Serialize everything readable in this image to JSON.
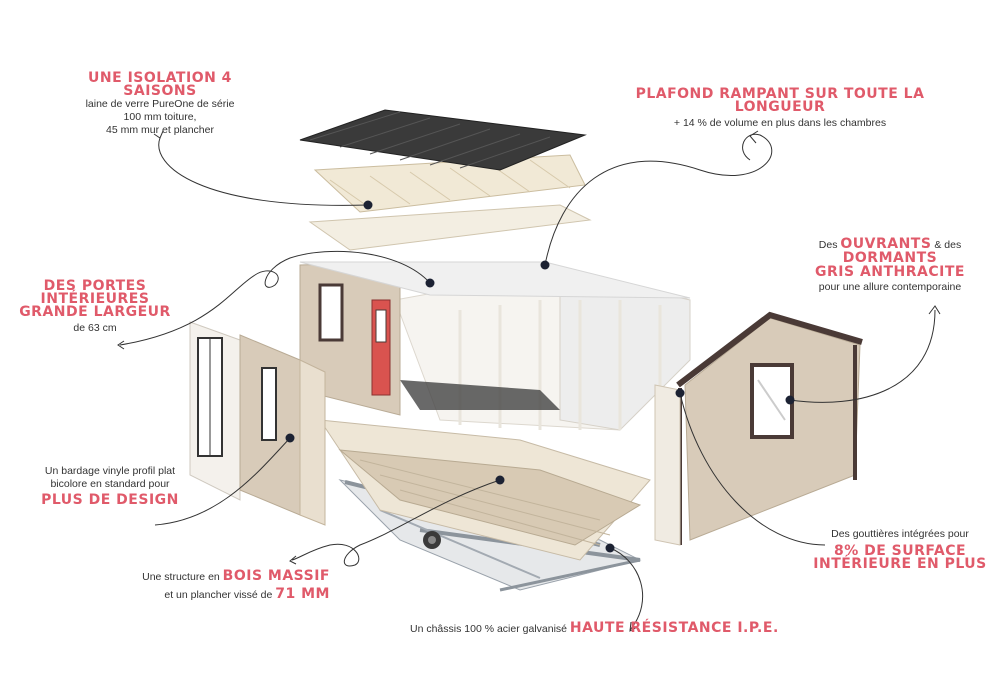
{
  "annotations": {
    "isolation": {
      "title": "Une isolation 4 saisons",
      "line1": "laine de verre PureOne de série",
      "line2": "100 mm toiture,",
      "line3": "45 mm mur et plancher"
    },
    "plafond": {
      "title": "Plafond rampant sur toute la longueur",
      "detail": "+ 14 % de volume en plus dans les chambres"
    },
    "ouvrants": {
      "pre1": "Des ",
      "hl1": "ouvrants",
      "mid": " & des ",
      "hl2": "dormants",
      "hl3": "gris anthracite",
      "detail": "pour une allure contemporaine"
    },
    "portes": {
      "title1": "Des portes intérieures",
      "title2": "grande largeur",
      "detail": "de 63 cm"
    },
    "bardage": {
      "line1": "Un bardage vinyle profil plat",
      "line2": "bicolore en standard pour",
      "hl": "plus de design"
    },
    "gouttieres": {
      "line1": "Des gouttières intégrées pour",
      "hl1": "8% de surface",
      "hl2": "intérieure en plus"
    },
    "structure": {
      "pre1": "Une structure en ",
      "hl1": "bois massif",
      "pre2": "et un plancher vissé de ",
      "hl2": "71 mm"
    },
    "chassis": {
      "pre": "Un châssis 100 % acier galvanisé ",
      "hl": "haute résistance I.P.E."
    }
  },
  "colors": {
    "accent": "#e05a6a",
    "text": "#333333",
    "roof": "#3a3a3a",
    "cladding": "#d8cbb9",
    "frame": "#f2efe9",
    "anthracite": "#4a3a36",
    "door_red": "#d9534f",
    "chassis": "#b9bfc6"
  }
}
